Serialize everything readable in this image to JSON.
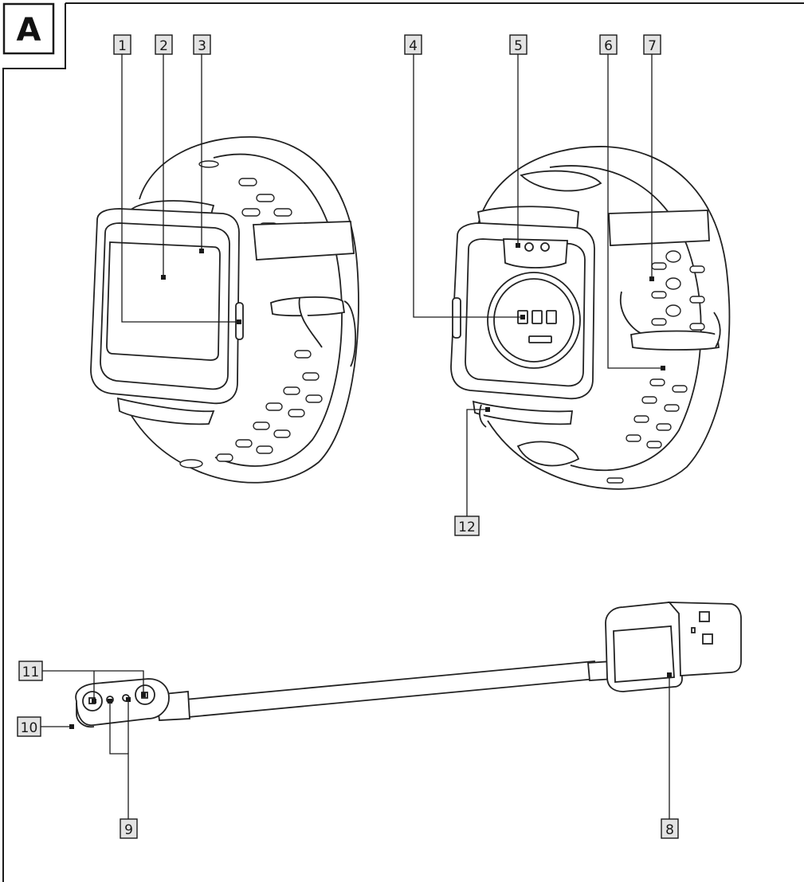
{
  "figure": {
    "badge": "A",
    "callouts": [
      {
        "id": "1",
        "label": "1"
      },
      {
        "id": "2",
        "label": "2"
      },
      {
        "id": "3",
        "label": "3"
      },
      {
        "id": "4",
        "label": "4"
      },
      {
        "id": "5",
        "label": "5"
      },
      {
        "id": "6",
        "label": "6"
      },
      {
        "id": "7",
        "label": "7"
      },
      {
        "id": "8",
        "label": "8"
      },
      {
        "id": "9",
        "label": "9"
      },
      {
        "id": "10",
        "label": "10"
      },
      {
        "id": "11",
        "label": "11"
      },
      {
        "id": "12",
        "label": "12"
      }
    ]
  }
}
